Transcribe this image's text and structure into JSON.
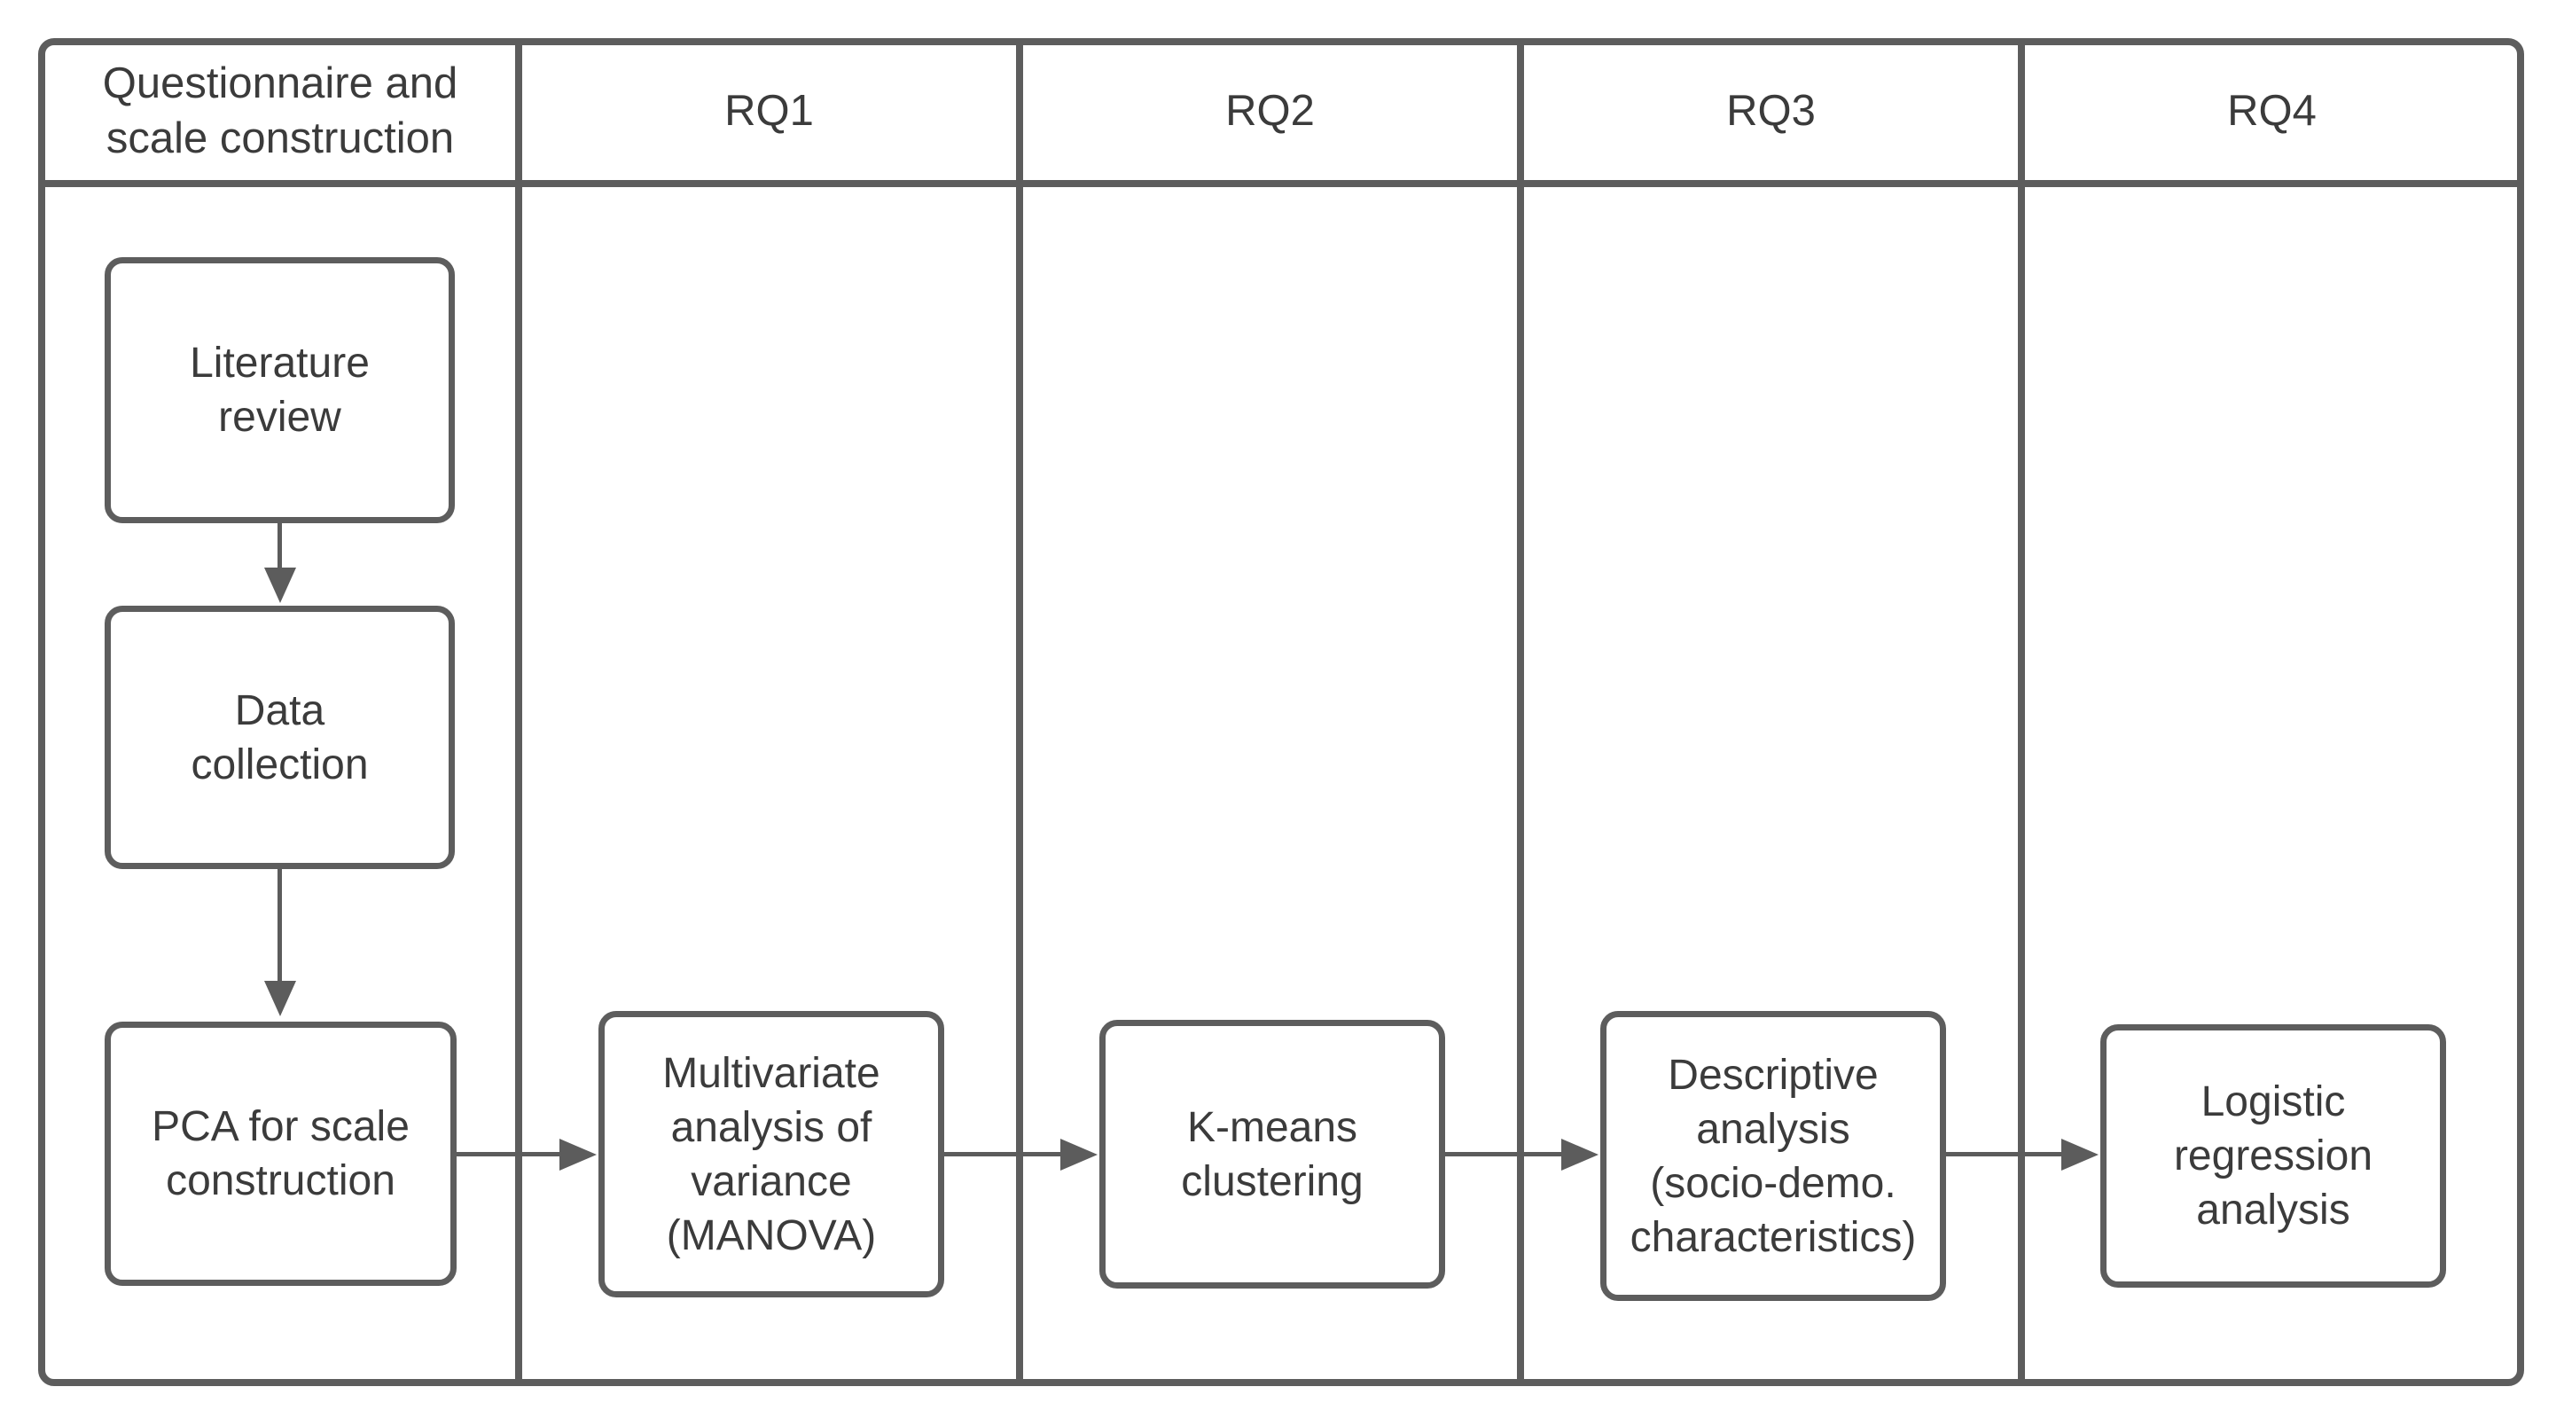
{
  "diagram": {
    "header": {
      "col1": "Questionnaire and\nscale construction",
      "rq1": "RQ1",
      "rq2": "RQ2",
      "rq3": "RQ3",
      "rq4": "RQ4"
    },
    "nodes": {
      "literature": "Literature\nreview",
      "data_collection": "Data\ncollection",
      "pca": "PCA for scale\nconstruction",
      "manova": "Multivariate\nanalysis of\nvariance\n(MANOVA)",
      "kmeans": "K-means\nclustering",
      "descriptive": "Descriptive\nanalysis\n(socio-demo.\ncharacteristics)",
      "logistic": "Logistic\nregression\nanalysis"
    },
    "colors": {
      "border": "#5d5d5d",
      "text": "#3b3b3b",
      "arrow": "#5c5c5c",
      "background": "#ffffff"
    }
  }
}
